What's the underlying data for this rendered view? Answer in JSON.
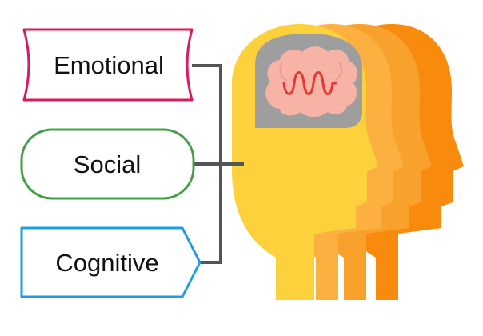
{
  "labels": {
    "emotional": "Emotional",
    "social": "Social",
    "cognitive": "Cognitive"
  },
  "colors": {
    "emotional_border": "#d81b60",
    "social_border": "#43a047",
    "cognitive_border": "#1e9ee0",
    "connector": "#555555",
    "head_front": "#fdd13c",
    "head_layer_2": "#fbb040",
    "head_layer_3": "#f9a12d",
    "head_layer_4": "#f88a0e",
    "brain_frame": "#9e9e9e",
    "brain": "#f7b3a6",
    "brain_wave": "#e53935"
  },
  "icons": {
    "head": "head-profile-icon",
    "brain": "brain-icon"
  }
}
